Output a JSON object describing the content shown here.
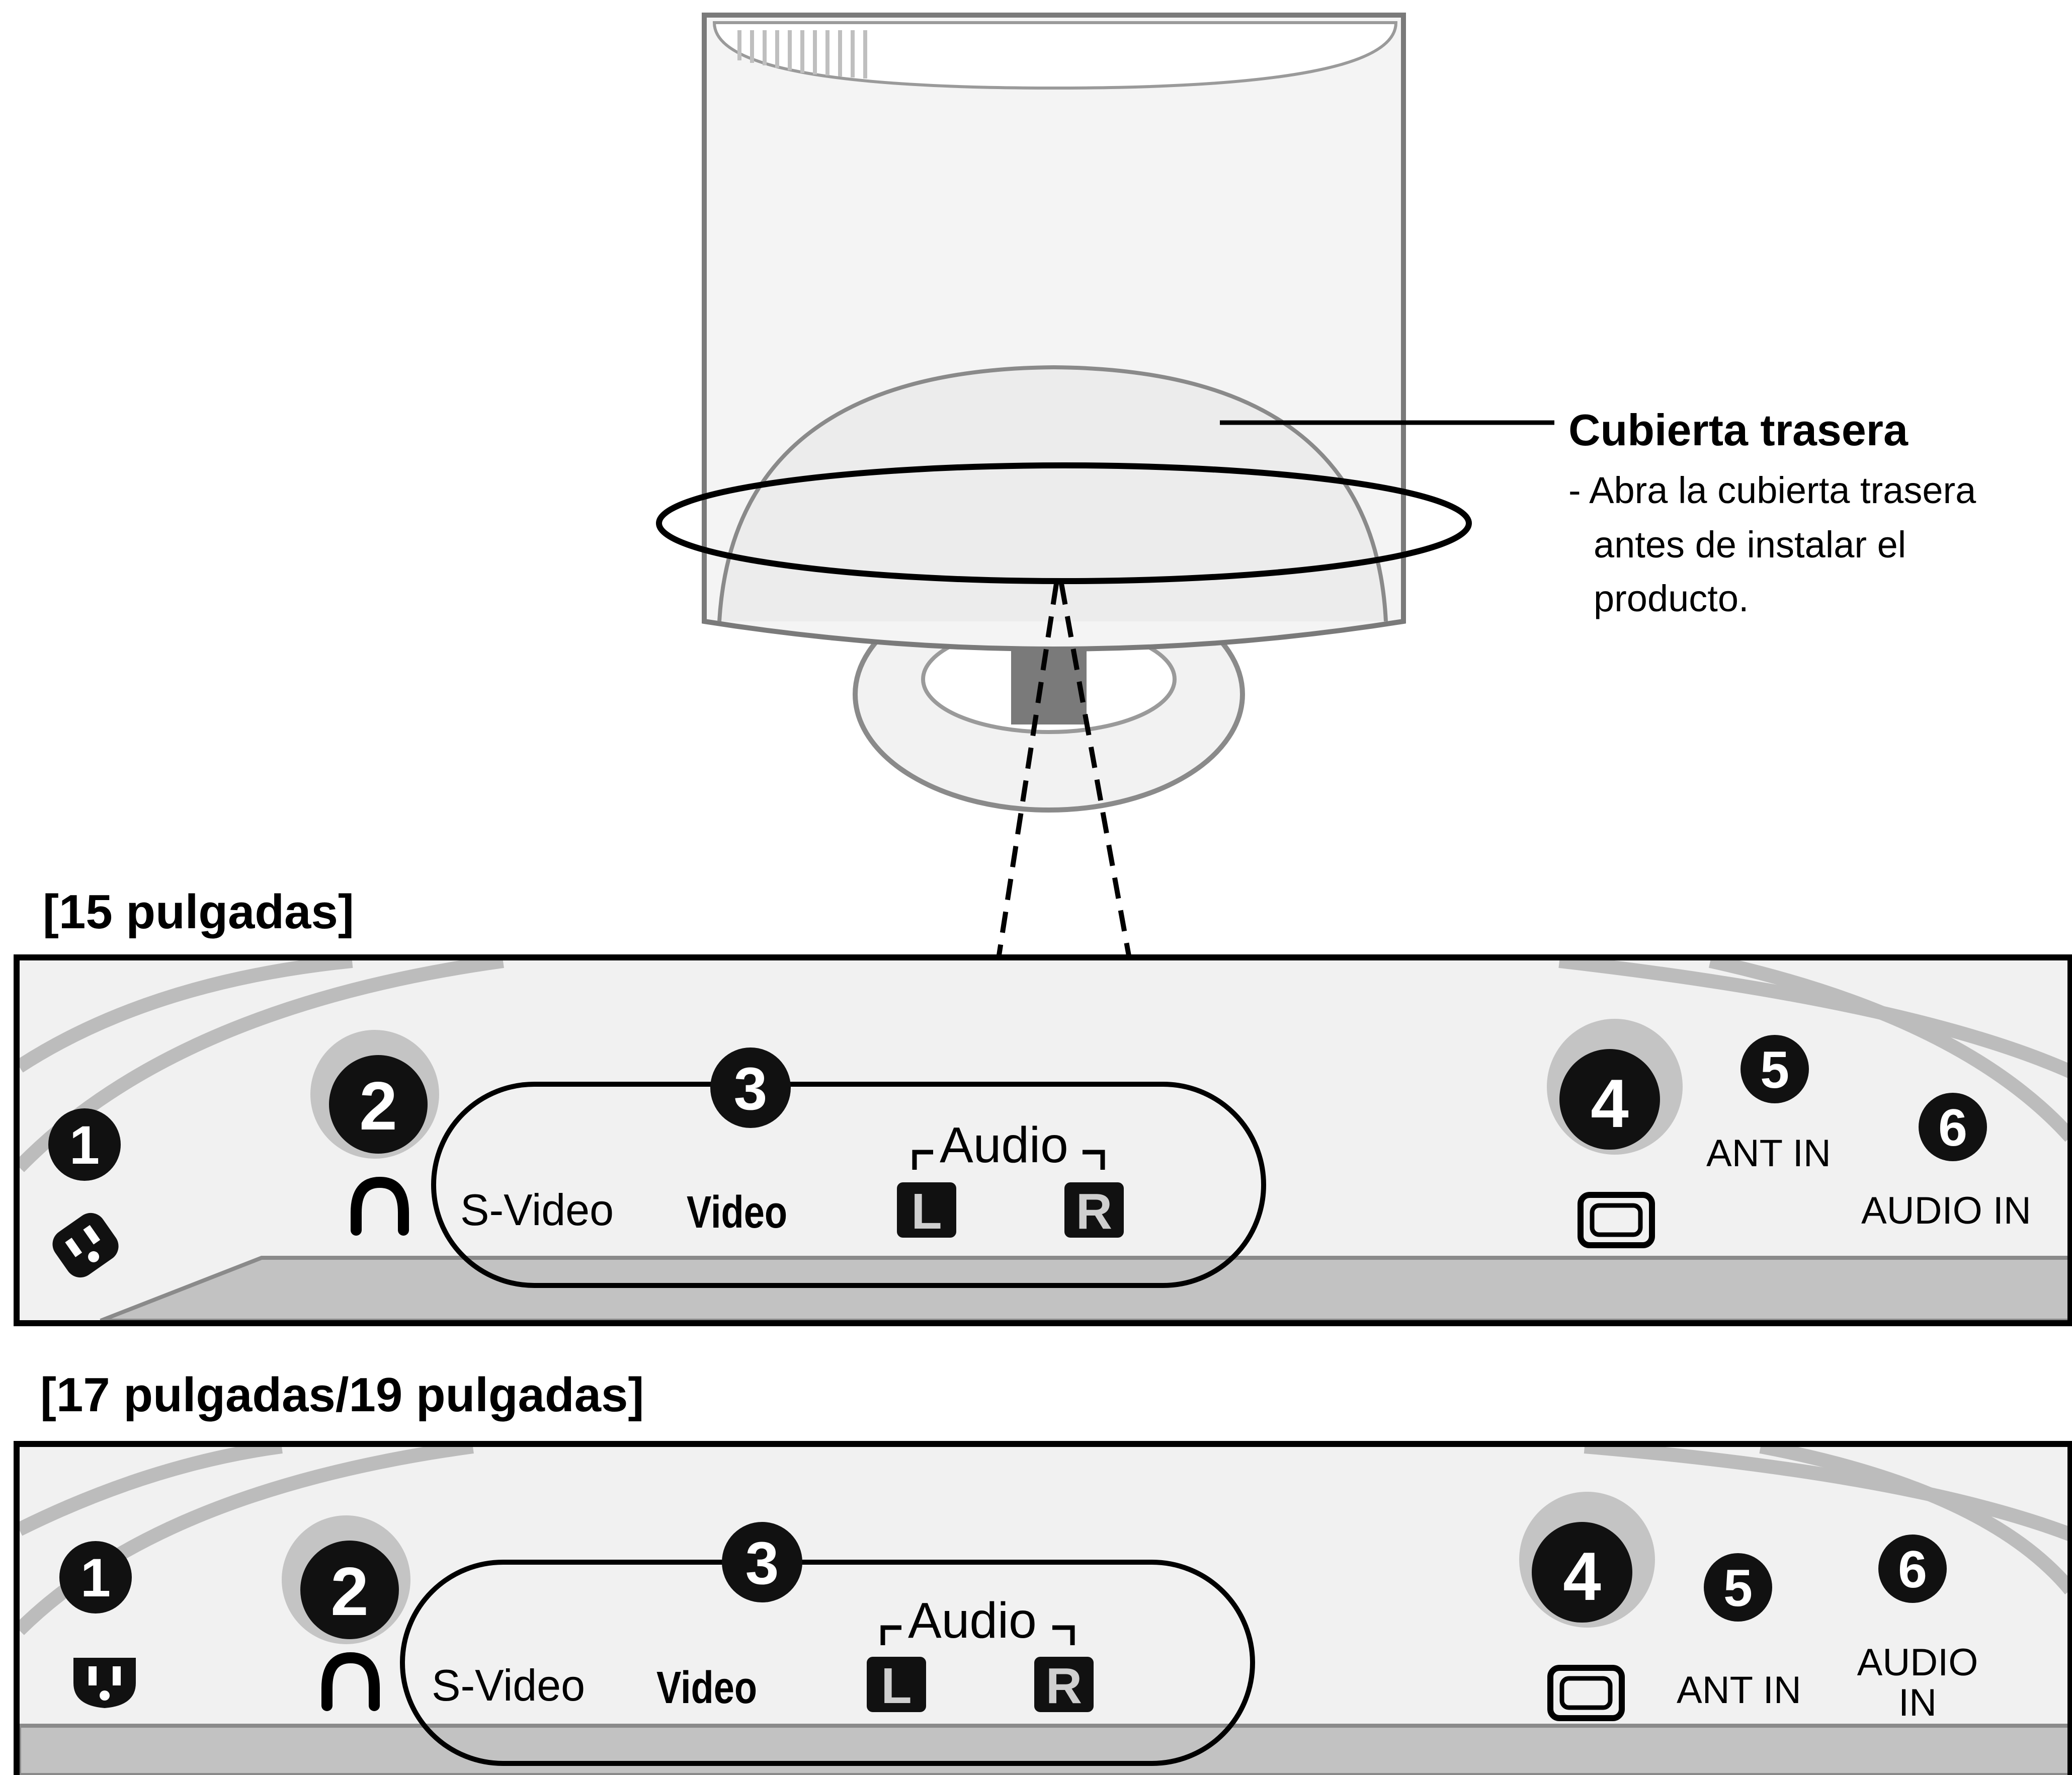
{
  "callout": {
    "title": "Cubierta trasera",
    "body_line1": "- Abra la cubierta trasera",
    "body_line2": "antes de instalar el",
    "body_line3": "producto."
  },
  "panels": [
    {
      "title": "[15 pulgadas]",
      "numbers": [
        "1",
        "2",
        "3",
        "4",
        "5",
        "6"
      ],
      "s_video": "S-Video",
      "video": "Video",
      "audio": "Audio",
      "left": "L",
      "right": "R",
      "ant_in": "ANT IN",
      "audio_in_line1": "AUDIO IN",
      "audio_in_line2": ""
    },
    {
      "title": "[17 pulgadas/19 pulgadas]",
      "numbers": [
        "1",
        "2",
        "3",
        "4",
        "5",
        "6"
      ],
      "s_video": "S-Video",
      "video": "Video",
      "audio": "Audio",
      "left": "L",
      "right": "R",
      "ant_in": "ANT IN",
      "audio_in_line1": "AUDIO",
      "audio_in_line2": "IN"
    }
  ],
  "icons": [
    "power-outlet-icon",
    "headphone-icon",
    "monitor-port-icon"
  ],
  "colors": {
    "ink": "#000000",
    "panel_fill": "#efefef",
    "shelf_fill": "#c2c2c2",
    "arc_stroke": "#bcbcbc",
    "port_halo": "#bdbdbd"
  }
}
